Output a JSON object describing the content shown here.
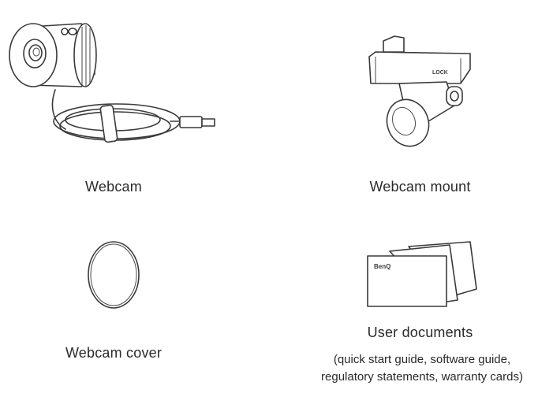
{
  "items": [
    {
      "label": "Webcam",
      "icon": "webcam-illustration"
    },
    {
      "label": "Webcam mount",
      "icon": "webcam-mount-illustration"
    },
    {
      "label": "Webcam cover",
      "icon": "webcam-cover-illustration"
    },
    {
      "label": "User documents",
      "icon": "user-documents-illustration",
      "note_lines": [
        "(quick start guide, software guide,",
        "regulatory statements, warranty cards)"
      ]
    }
  ],
  "logos": {
    "mount_text": "LOCK",
    "docs_brand": "BenQ"
  }
}
